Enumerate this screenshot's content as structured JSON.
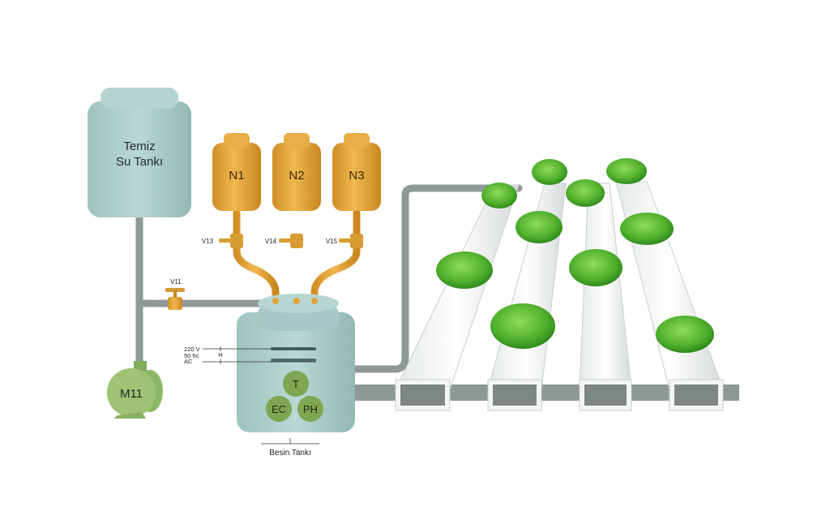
{
  "clean_water_tank": {
    "line1": "Temiz",
    "line2": "Su Tankı"
  },
  "pump": {
    "label": "M11"
  },
  "valves": {
    "v11": "V11",
    "v13": "V13",
    "v14": "V14",
    "v15": "V15"
  },
  "nutrient_bottles": [
    "N1",
    "N2",
    "N3"
  ],
  "nutrient_tank": {
    "label": "Besin Tankı",
    "sensors": {
      "t": "T",
      "ec": "EC",
      "ph": "PH"
    },
    "power": {
      "voltage": "220 V",
      "frequency": "50 hc",
      "type": "AC",
      "marker": "H"
    }
  },
  "colors": {
    "tank": "#a9cbc6",
    "brass": "#e0a53c",
    "sensor": "#7fa652",
    "pipe": "#8f9a98",
    "lettuce": "#5fb83a"
  }
}
